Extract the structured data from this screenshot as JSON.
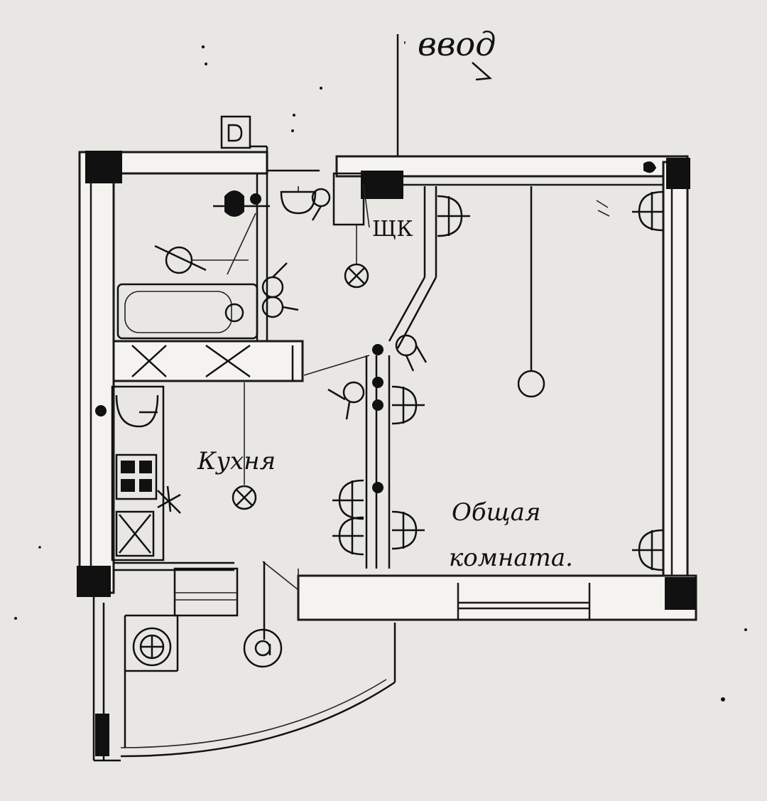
{
  "labels": {
    "entry": "ввод",
    "panel": "ЩК",
    "kitchen": "Кухня",
    "common_room_line1": "Общая",
    "common_room_line2": "комната."
  },
  "colors": {
    "paper": "#e8e7e3",
    "ink": "#111111"
  }
}
